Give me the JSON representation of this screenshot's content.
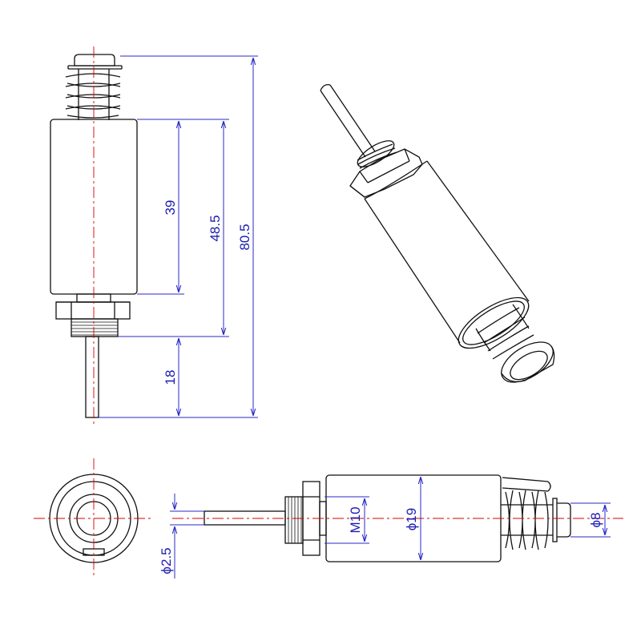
{
  "colors": {
    "outline": "#111111",
    "dimension": "#2a2ac8",
    "dimension_text": "#1a1ab0",
    "centerline": "#d40000"
  },
  "dimensions": {
    "body_length": "39",
    "body_with_thread_length": "48.5",
    "total_length": "80.5",
    "plunger_rod_length": "18",
    "body_diameter": "ϕ19",
    "thread_size": "M10",
    "plunger_head_diameter": "ϕ8",
    "rod_diameter": "ϕ2.5"
  }
}
